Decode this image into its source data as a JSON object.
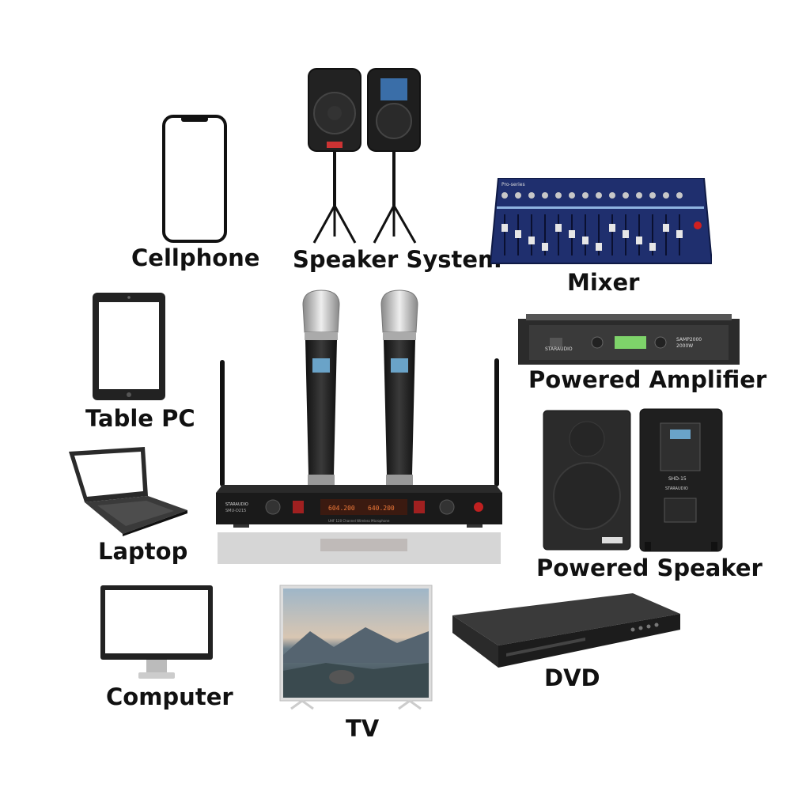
{
  "labels": {
    "cellphone": "Cellphone",
    "speaker_system": "Speaker System",
    "mixer": "Mixer",
    "table_pc": "Table PC",
    "powered_amplifier": "Powered Amplifier",
    "laptop": "Laptop",
    "powered_speaker": "Powered Speaker",
    "computer": "Computer",
    "tv": "TV",
    "dvd": "DVD"
  },
  "receiver": {
    "brand": "STARAUDIO",
    "model": "SMU-D215",
    "channel_a": "604.200",
    "channel_b": "640.200",
    "caption": "UHF 120 Channel Wireless Microphone"
  },
  "amplifier": {
    "brand": "STARAUDIO",
    "model": "SAMP2000",
    "power": "2000W"
  },
  "powered_speaker_panel": {
    "model": "SHD-15",
    "brand": "STARAUDIO"
  },
  "mixer_panel": {
    "brand": "Pro-series"
  }
}
